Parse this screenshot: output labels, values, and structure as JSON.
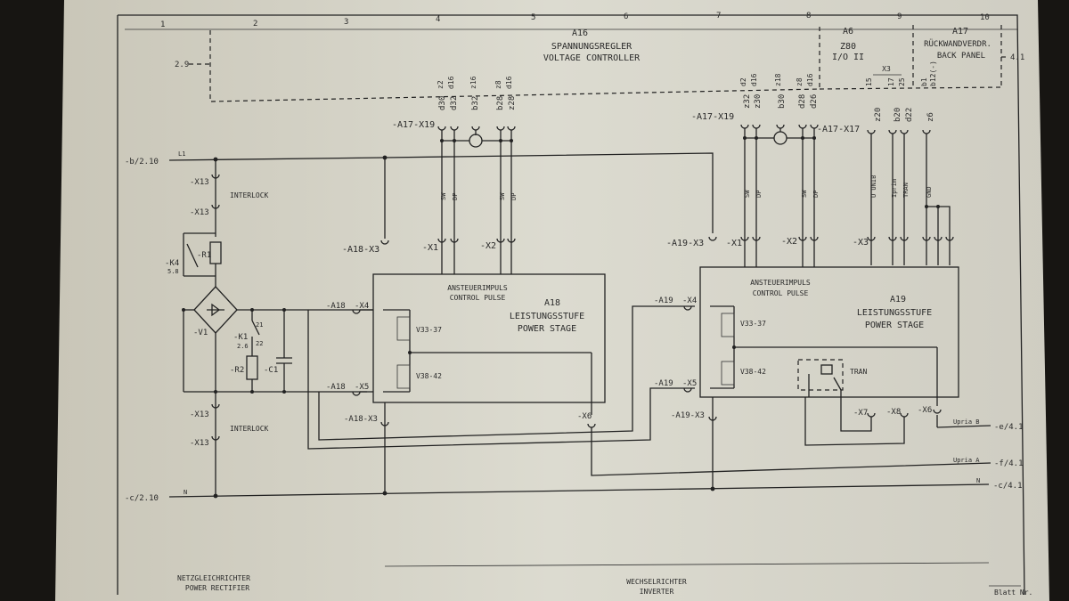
{
  "grid": [
    "1",
    "2",
    "3",
    "4",
    "5",
    "6",
    "7",
    "8",
    "9",
    "10"
  ],
  "blocks": {
    "a16": {
      "id": "A16",
      "de": "SPANNUNGSREGLER",
      "en": "VOLTAGE CONTROLLER",
      "ref": "2.9"
    },
    "a6": {
      "id": "A6",
      "l1": "Z80",
      "l2": "I/O II",
      "conn": "X3"
    },
    "a17": {
      "id": "A17",
      "de": "RÜCKWANDVERDR.",
      "en": "BACK PANEL",
      "ref": "4.1"
    }
  },
  "pins": {
    "left_group": [
      "z2",
      "d16",
      "d30",
      "d32",
      "z16",
      "b32",
      "z8",
      "d16",
      "b28",
      "z28"
    ],
    "right_group": [
      "d2",
      "d16",
      "z32",
      "z30",
      "z18",
      "b30",
      "z8",
      "d16",
      "d28",
      "d26"
    ],
    "x17_top": [
      "15",
      "17",
      "25",
      "b1",
      "b12(-)"
    ],
    "x17_bottom": [
      "z20",
      "b20",
      "d22",
      "z6"
    ]
  },
  "connectors": {
    "a17_x19_left": "-A17-X19",
    "a17_x19_right": "-A17-X19",
    "a17_x17": "-A17-X17",
    "a18_x3_top": "-A18-X3",
    "a18_x3_bottom": "-A18-X3",
    "a19_x3_top": "-A19-X3",
    "a19_x3_bottom": "-A19-X3",
    "x1": "-X1",
    "x2": "-X2",
    "x3": "-X3",
    "x1b": "-X1",
    "x2b": "-X2",
    "a18_x4": "-X4",
    "a18_x5": "-X5",
    "a19_x4": "-X4",
    "a19_x5": "-X5",
    "x6a": "-X6",
    "x6b": "-X6",
    "x7": "-X7",
    "x8": "-X8",
    "a18": "-A18",
    "a18b": "-A18",
    "a19": "-A19",
    "a19b": "-A19"
  },
  "signals": {
    "sw": "SW",
    "dp": "DP",
    "u_unib": "U UNIB",
    "iprim": "Iprim",
    "tran": "TRAN",
    "gnd": "GND",
    "l1": "L1",
    "n": "N",
    "upriaa": "Upria A",
    "upriab": "Upria B"
  },
  "wires": {
    "in_b": "-b/2.10",
    "in_c": "-c/2.10",
    "out_e": "-e/4.1",
    "out_f": "-f/4.1",
    "out_c": "-c/4.1"
  },
  "rectifier": {
    "x13a": "-X13",
    "x13b": "-X13",
    "x13c": "-X13",
    "x13d": "-X13",
    "interlock1": "INTERLOCK",
    "interlock2": "INTERLOCK",
    "k4": "-K4",
    "k4ref": "5.8",
    "r1": "-R1",
    "v1": "-V1",
    "k1": "-K1",
    "k1ref": "2.6",
    "r2": "-R2",
    "c1": "-C1",
    "p21": "21",
    "p22": "22"
  },
  "stages": {
    "a18": {
      "id": "A18",
      "de": "LEISTUNGSSTUFE",
      "en": "POWER STAGE",
      "cp1": "ANSTEUERIMPULS",
      "cp2": "CONTROL PULSE",
      "v1": "V33-37",
      "v2": "V38-42"
    },
    "a19": {
      "id": "A19",
      "de": "LEISTUNGSSTUFE",
      "en": "POWER STAGE",
      "cp1": "ANSTEUERIMPULS",
      "cp2": "CONTROL PULSE",
      "v1": "V33-37",
      "v2": "V38-42",
      "tran": "TRAN"
    }
  },
  "footer": {
    "rect_de": "NETZGLEICHRICHTER",
    "rect_en": "POWER RECTIFIER",
    "inv_de": "WECHSELRICHTER",
    "inv_en": "INVERTER",
    "sheet": "Blatt Nr."
  }
}
